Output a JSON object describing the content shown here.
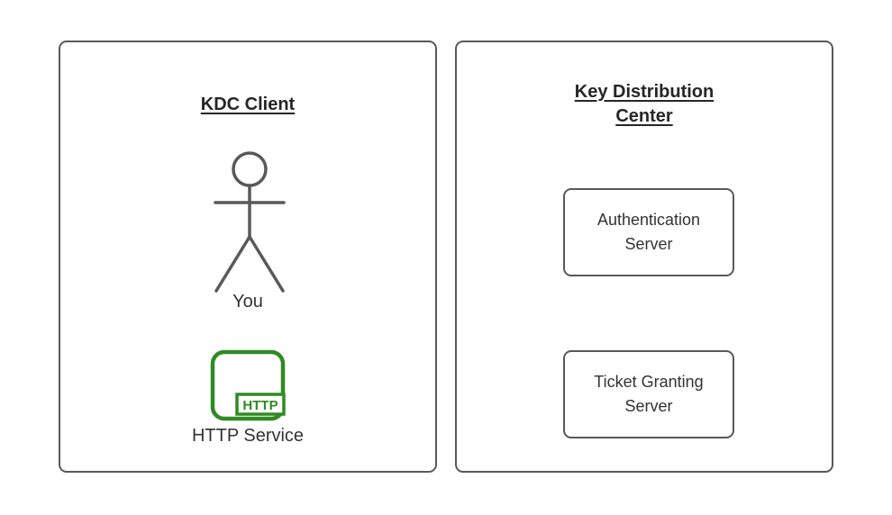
{
  "diagram": {
    "left_panel": {
      "title": "KDC Client",
      "actor": {
        "icon": "stick-figure-icon",
        "label": "You"
      },
      "service": {
        "icon": "http-app-icon",
        "badge_text": "HTTP",
        "label": "HTTP Service"
      }
    },
    "right_panel": {
      "title": "Key Distribution Center",
      "nodes": [
        {
          "label": "Authentication Server"
        },
        {
          "label": "Ticket Granting Server"
        }
      ]
    },
    "colors": {
      "background": "#ffffff",
      "panel_border": "#595959",
      "figure_stroke": "#595959",
      "text": "#333333",
      "title_text": "#262626",
      "accent_green": "#2e8b22"
    }
  }
}
